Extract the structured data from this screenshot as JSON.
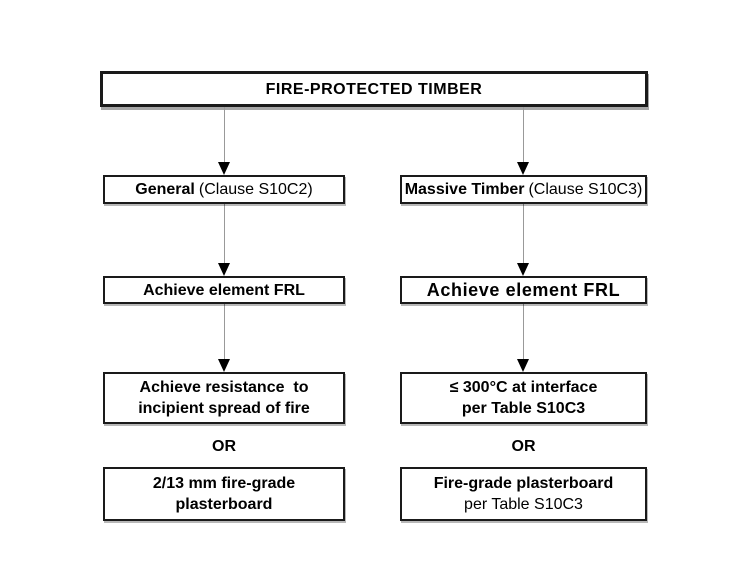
{
  "colors": {
    "background": "#ffffff",
    "box_border": "#1a1a1a",
    "connector": "#999999",
    "arrowhead": "#000000",
    "text": "#000000"
  },
  "diagram": {
    "root": {
      "title": "FIRE-PROTECTED TIMBER"
    },
    "columns": [
      {
        "name": "general",
        "branch_bold": "General",
        "branch_rest": "(Clause S10C2)",
        "frl": "Achieve element FRL",
        "criterion_line1": "Achieve resistance  to",
        "criterion_line2": "incipient spread of fire",
        "or": "OR",
        "alt_line1": "2/13 mm fire-grade",
        "alt_line2": "plasterboard"
      },
      {
        "name": "massive-timber",
        "branch_bold": "Massive Timber",
        "branch_rest": "(Clause S10C3)",
        "frl": "Achieve element FRL",
        "criterion_line1": "≤ 300°C at interface",
        "criterion_line2": "per Table S10C3",
        "or": "OR",
        "alt_line1": "Fire-grade plasterboard",
        "alt_line2": "per Table S10C3"
      }
    ]
  }
}
